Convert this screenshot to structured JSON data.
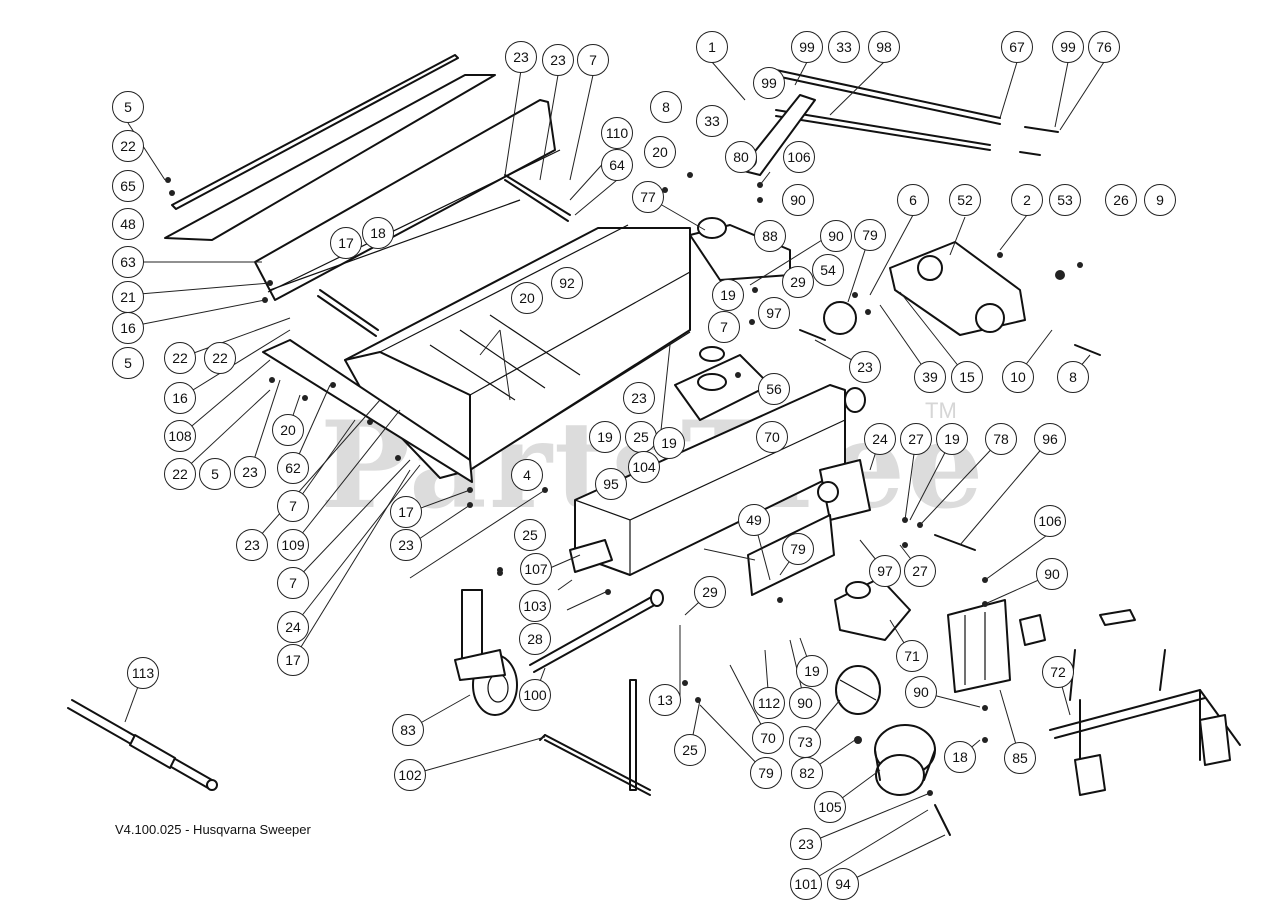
{
  "watermark": {
    "text": "PartsTree",
    "tm": "TM"
  },
  "caption": "V4.100.025 - Husqvarna Sweeper",
  "callouts": [
    "1",
    "99",
    "33",
    "98",
    "67",
    "99",
    "76",
    "8",
    "23",
    "23",
    "7",
    "5",
    "22",
    "65",
    "48",
    "110",
    "64",
    "20",
    "99",
    "33",
    "80",
    "106",
    "77",
    "90",
    "88",
    "90",
    "6",
    "52",
    "2",
    "53",
    "26",
    "9",
    "63",
    "21",
    "16",
    "5",
    "22",
    "22",
    "16",
    "108",
    "22",
    "5",
    "23",
    "17",
    "18",
    "20",
    "92",
    "19",
    "29",
    "54",
    "79",
    "97",
    "7",
    "23",
    "25",
    "56",
    "23",
    "39",
    "15",
    "10",
    "8",
    "20",
    "62",
    "7",
    "109",
    "23",
    "7",
    "24",
    "17",
    "17",
    "23",
    "4",
    "19",
    "19",
    "70",
    "104",
    "95",
    "24",
    "27",
    "19",
    "78",
    "96",
    "107",
    "25",
    "49",
    "79",
    "97",
    "27",
    "106",
    "90",
    "103",
    "28",
    "29",
    "13",
    "25",
    "70",
    "79",
    "112",
    "90",
    "19",
    "71",
    "73",
    "82",
    "105",
    "23",
    "101",
    "94",
    "113",
    "83",
    "100",
    "102",
    "90",
    "18",
    "85",
    "72"
  ]
}
